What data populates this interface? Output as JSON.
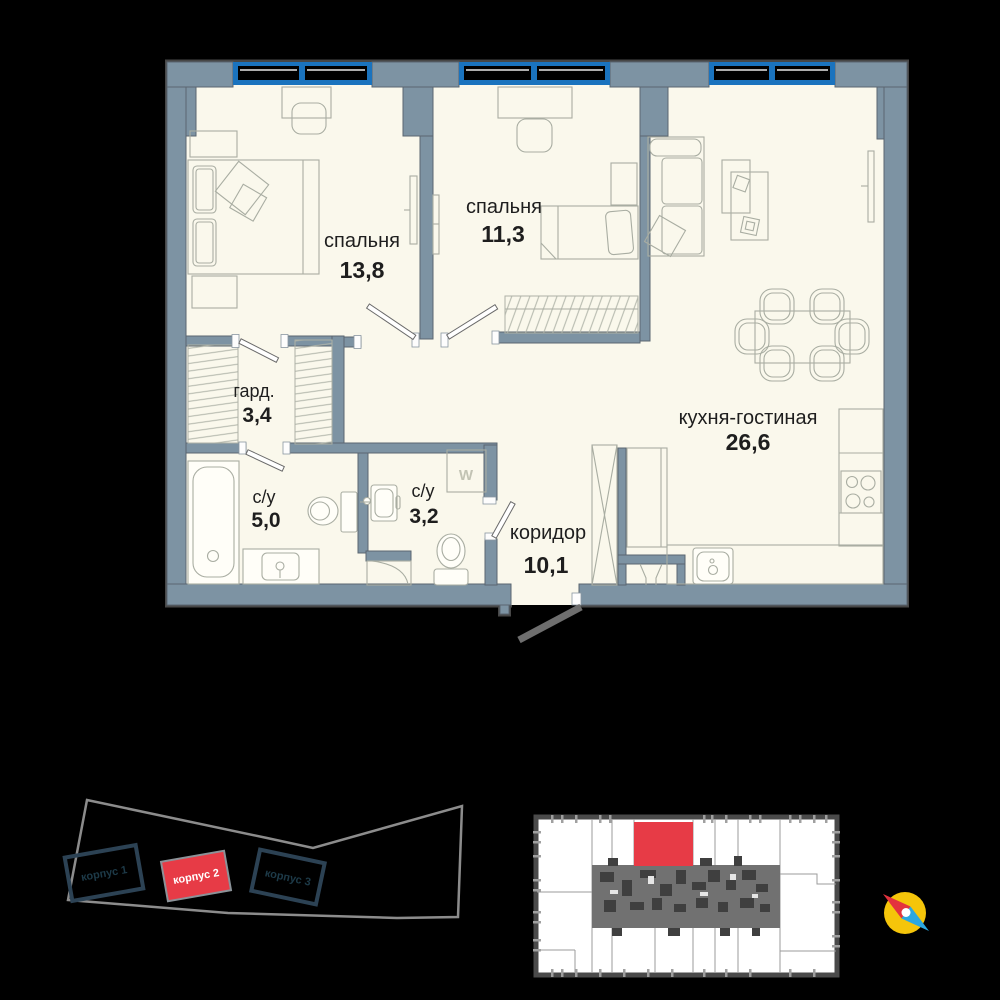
{
  "colors": {
    "background": "#000000",
    "floor": "#FAF8EC",
    "wall": "#7D93A3",
    "wall_line": "#5A6670",
    "window_blue": "#1A73BE",
    "furniture_line": "#A9ADA2",
    "ink": "#1E1E1E",
    "accent_red": "#E73B46",
    "compass_yellow": "#F5C50A",
    "compass_blue": "#2BA7E0",
    "minimap_core": "#717171",
    "site_line": "#8C8C8C",
    "building_outline": "#2C4254",
    "building_label": "#1D3A48"
  },
  "floor_plan": {
    "rooms": [
      {
        "id": "bedroom-1",
        "name": "спальня",
        "area": "13,8"
      },
      {
        "id": "bedroom-2",
        "name": "спальня",
        "area": "11,3"
      },
      {
        "id": "kitchen-living",
        "name": "кухня-гостиная",
        "area": "26,6"
      },
      {
        "id": "wardrobe",
        "name": "гард.",
        "area": "3,4"
      },
      {
        "id": "bathroom-1",
        "name": "с/у",
        "area": "5,0"
      },
      {
        "id": "bathroom-2",
        "name": "с/у",
        "area": "3,2"
      },
      {
        "id": "corridor",
        "name": "коридор",
        "area": "10,1"
      }
    ],
    "washer_label": "W"
  },
  "site_plan": {
    "buildings": [
      {
        "label": "корпус 1",
        "highlighted": false
      },
      {
        "label": "корпус 2",
        "highlighted": true
      },
      {
        "label": "корпус 3",
        "highlighted": false
      }
    ]
  }
}
